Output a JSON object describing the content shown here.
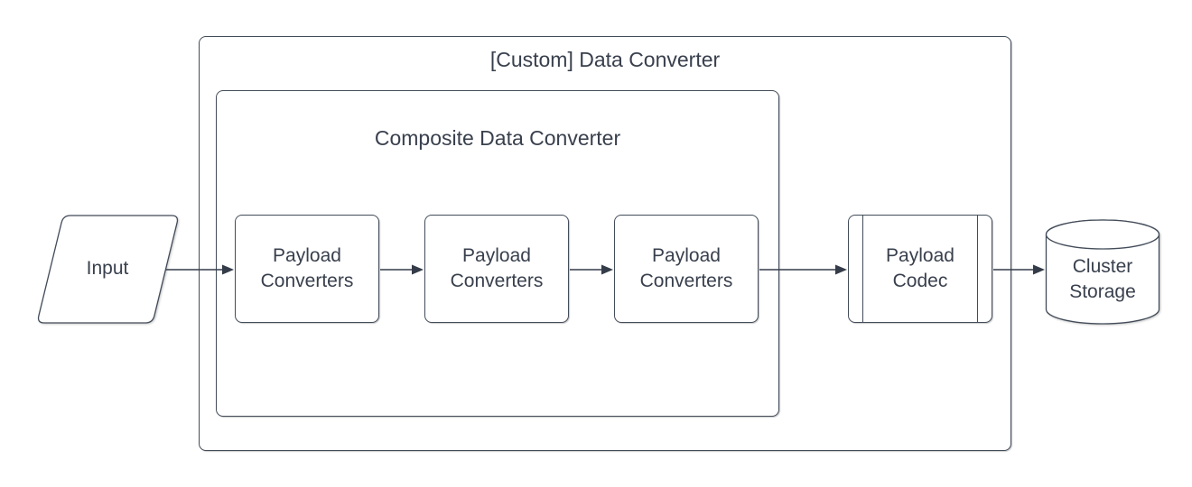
{
  "colors": {
    "ink": "#39404d",
    "stroke": "#434c59",
    "arrow": "#353c49",
    "background": "#ffffff"
  },
  "diagram": {
    "outer_container": {
      "title": "[Custom] Data Converter",
      "shape": "rounded-rectangle-container"
    },
    "inner_container": {
      "title": "Composite Data Converter",
      "shape": "rounded-rectangle-container"
    },
    "nodes": [
      {
        "id": "input",
        "shape": "parallelogram",
        "label": "Input"
      },
      {
        "id": "payload-converters-1",
        "shape": "rounded-rectangle",
        "label": "Payload Converters"
      },
      {
        "id": "payload-converters-2",
        "shape": "rounded-rectangle",
        "label": "Payload Converters"
      },
      {
        "id": "payload-converters-3",
        "shape": "rounded-rectangle",
        "label": "Payload Converters"
      },
      {
        "id": "payload-codec",
        "shape": "predefined-process",
        "label": "Payload Codec"
      },
      {
        "id": "cluster-storage",
        "shape": "cylinder",
        "label": "Cluster Storage"
      }
    ],
    "edges": [
      {
        "from": "input",
        "to": "payload-converters-1"
      },
      {
        "from": "payload-converters-1",
        "to": "payload-converters-2"
      },
      {
        "from": "payload-converters-2",
        "to": "payload-converters-3"
      },
      {
        "from": "payload-converters-3",
        "to": "payload-codec"
      },
      {
        "from": "payload-codec",
        "to": "cluster-storage"
      }
    ]
  }
}
